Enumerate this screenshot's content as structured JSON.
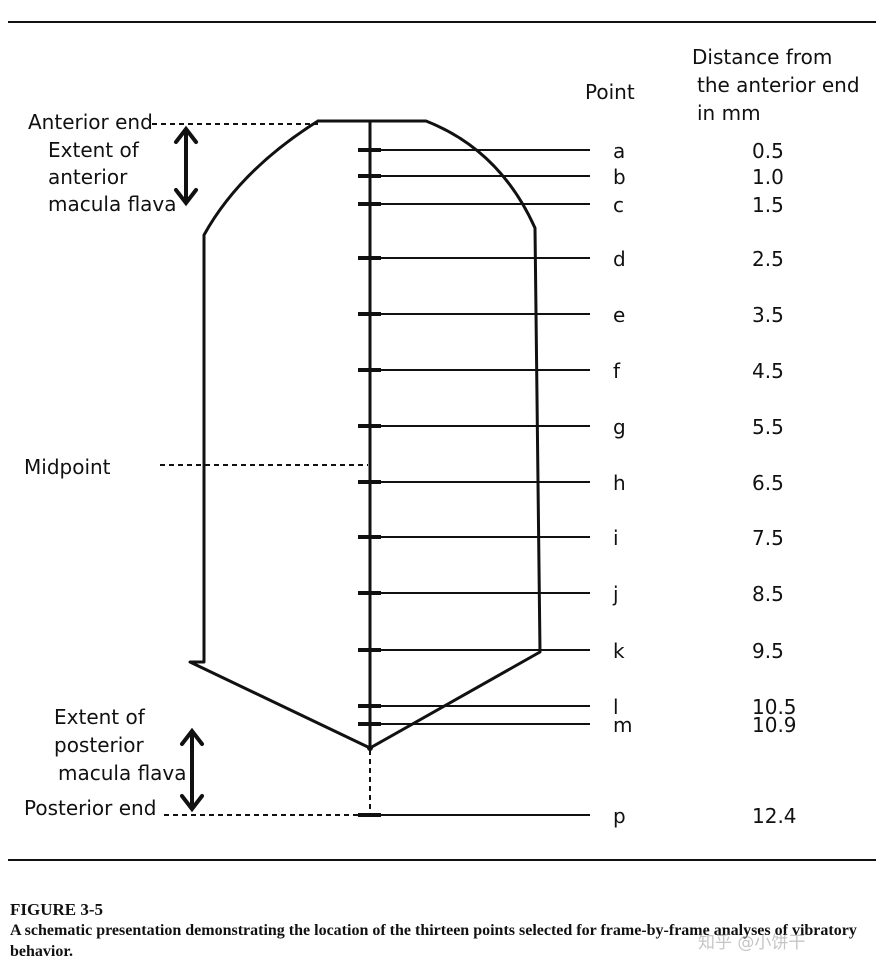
{
  "labels": {
    "anterior_end": "Anterior end",
    "extent_anterior": [
      "Extent of",
      "anterior",
      "macula flava"
    ],
    "midpoint": "Midpoint",
    "extent_posterior": [
      "Extent of",
      "posterior",
      "macula flava"
    ],
    "posterior_end": "Posterior end"
  },
  "table": {
    "point_header": "Point",
    "distance_header": [
      "Distance from",
      "the anterior end",
      "in mm"
    ],
    "rows": [
      {
        "point": "a",
        "distance": "0.5"
      },
      {
        "point": "b",
        "distance": "1.0"
      },
      {
        "point": "c",
        "distance": "1.5"
      },
      {
        "point": "d",
        "distance": "2.5"
      },
      {
        "point": "e",
        "distance": "3.5"
      },
      {
        "point": "f",
        "distance": "4.5"
      },
      {
        "point": "g",
        "distance": "5.5"
      },
      {
        "point": "h",
        "distance": "6.5"
      },
      {
        "point": "i",
        "distance": "7.5"
      },
      {
        "point": "j",
        "distance": "8.5"
      },
      {
        "point": "k",
        "distance": "9.5"
      },
      {
        "point": "l",
        "distance": "10.5"
      },
      {
        "point": "m",
        "distance": "10.9"
      },
      {
        "point": "p",
        "distance": "12.4"
      }
    ]
  },
  "caption": {
    "title": "FIGURE 3-5",
    "text": "A schematic presentation demonstrating the location of the thirteen points selected for frame-by-frame analyses of vibratory behavior."
  },
  "watermark": "知乎 @小饼干"
}
